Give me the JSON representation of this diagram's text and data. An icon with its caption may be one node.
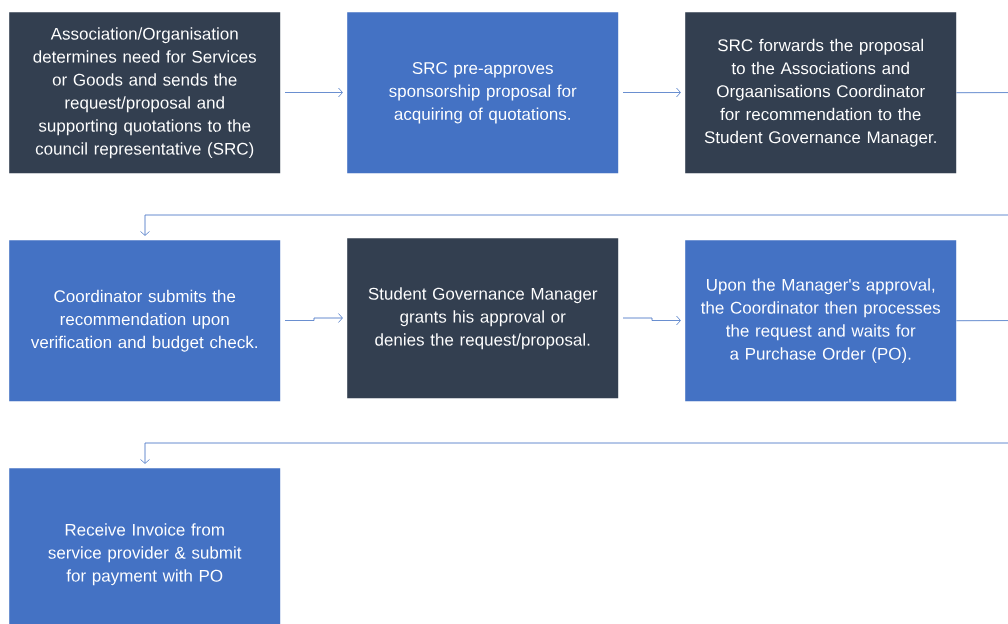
{
  "diagram": {
    "nodes": [
      {
        "text": [
          "Association/Organisation determines need for Services or Goods and sends the request/proposal and supporting quotations to the council representative (SRC)"
        ]
      },
      {
        "text": [
          "SRC pre-approves sponsorship proposal for acquiring of quotations."
        ]
      },
      {
        "text": [
          "SRC forwards the proposal to the Associations and Orgaanisations Coordinator for recommendation to the Student Governance Manager."
        ]
      },
      {
        "text": [
          "Coordinator submits the recommendation upon verification and budget check."
        ]
      },
      {
        "text": [
          "Student Governance Manager grants his approval or denies the request/proposal."
        ]
      },
      {
        "text": [
          "Upon the Manager's approval, the Coordinator then processes the request and waits for a Purchase Order (PO)."
        ]
      },
      {
        "text": [
          "Receive Invoice from service provider & submit for payment with PO"
        ]
      }
    ],
    "edges": [
      {
        "from": 0,
        "to": 1,
        "arrow": "to"
      },
      {
        "from": 1,
        "to": 2,
        "arrow": "to"
      },
      {
        "from": 2,
        "to": 3,
        "arrow": "to"
      },
      {
        "from": 3,
        "to": 4,
        "arrow": "to"
      },
      {
        "from": 4,
        "to": 5,
        "arrow": "to"
      },
      {
        "from": 5,
        "to": 6,
        "arrow": "to"
      }
    ]
  }
}
